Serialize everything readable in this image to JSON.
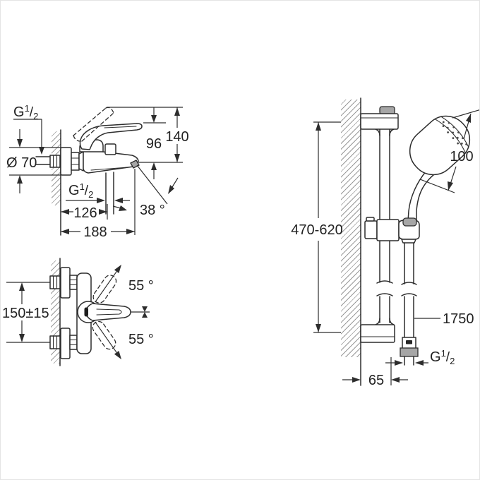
{
  "thread": {
    "base": "G",
    "sup": "1",
    "slash": "/",
    "sub": "2"
  },
  "side_view": {
    "diameter": "Ø 70",
    "lever_height": "96",
    "max_height": "140",
    "outlet_offset": "126",
    "spout_angle": "38 °",
    "total_depth": "188"
  },
  "top_view": {
    "connection_spacing": "150±15",
    "swivel_angle_up": "55 °",
    "swivel_angle_down": "55 °"
  },
  "rail_view": {
    "head_diameter": "100",
    "bar_adjustment_range": "470-620",
    "hose_length": "1750",
    "wall_offset": "65"
  },
  "colors": {
    "line": "#2d2d2d",
    "hatch": "#9a9a9a",
    "metal_fill": "#a6a6a6",
    "background": "#ffffff"
  }
}
